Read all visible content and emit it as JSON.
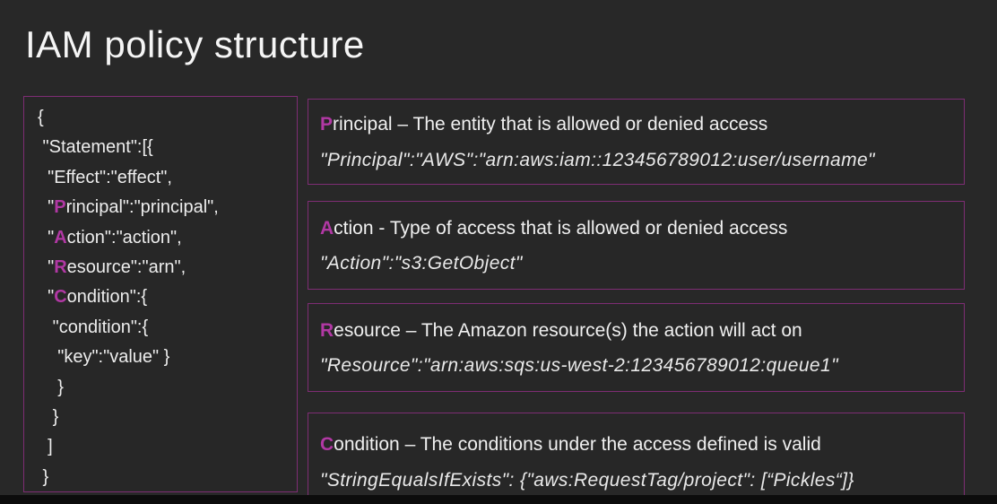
{
  "slide": {
    "title": "IAM policy structure"
  },
  "colors": {
    "background": "#282828",
    "panel_border": "#7e2d74",
    "accent": "#b138a4",
    "text": "#ededed",
    "bottom_bar": "#0c0c0c"
  },
  "code_panel": {
    "lines": [
      [
        {
          "t": "{"
        }
      ],
      [
        {
          "t": " \"Statement\":[{"
        }
      ],
      [
        {
          "t": "  \"Effect\":\"effect\","
        }
      ],
      [
        {
          "t": "  \""
        },
        {
          "t": "P",
          "hl": true
        },
        {
          "t": "rincipal\":\"principal\","
        }
      ],
      [
        {
          "t": "  \""
        },
        {
          "t": "A",
          "hl": true
        },
        {
          "t": "ction\":\"action\","
        }
      ],
      [
        {
          "t": "  \""
        },
        {
          "t": "R",
          "hl": true
        },
        {
          "t": "esource\":\"arn\","
        }
      ],
      [
        {
          "t": "  \""
        },
        {
          "t": "C",
          "hl": true
        },
        {
          "t": "ondition\":{"
        }
      ],
      [
        {
          "t": "   \"condition\":{"
        }
      ],
      [
        {
          "t": "    \"key\":\"value\" }"
        }
      ],
      [
        {
          "t": "    }"
        }
      ],
      [
        {
          "t": "   }"
        }
      ],
      [
        {
          "t": "  ]"
        }
      ],
      [
        {
          "t": " }"
        }
      ]
    ]
  },
  "cards": [
    {
      "id": "principal",
      "lead": "P",
      "title_rest": "rincipal – The entity that is allowed or denied access",
      "example": "\"Principal\":\"AWS\":\"arn:aws:iam::123456789012:user/username\""
    },
    {
      "id": "action",
      "lead": "A",
      "title_rest": "ction - Type of access that is allowed or denied access",
      "example": "\"Action\":\"s3:GetObject\""
    },
    {
      "id": "resource",
      "lead": "R",
      "title_rest": "esource – The Amazon resource(s) the action will act on",
      "example": "\"Resource\":\"arn:aws:sqs:us-west-2:123456789012:queue1\""
    },
    {
      "id": "condition",
      "lead": "C",
      "title_rest": "ondition – The conditions under the access defined is valid",
      "example": "\"StringEqualsIfExists\": {\"aws:RequestTag/project\": [“Pickles“]}"
    }
  ]
}
